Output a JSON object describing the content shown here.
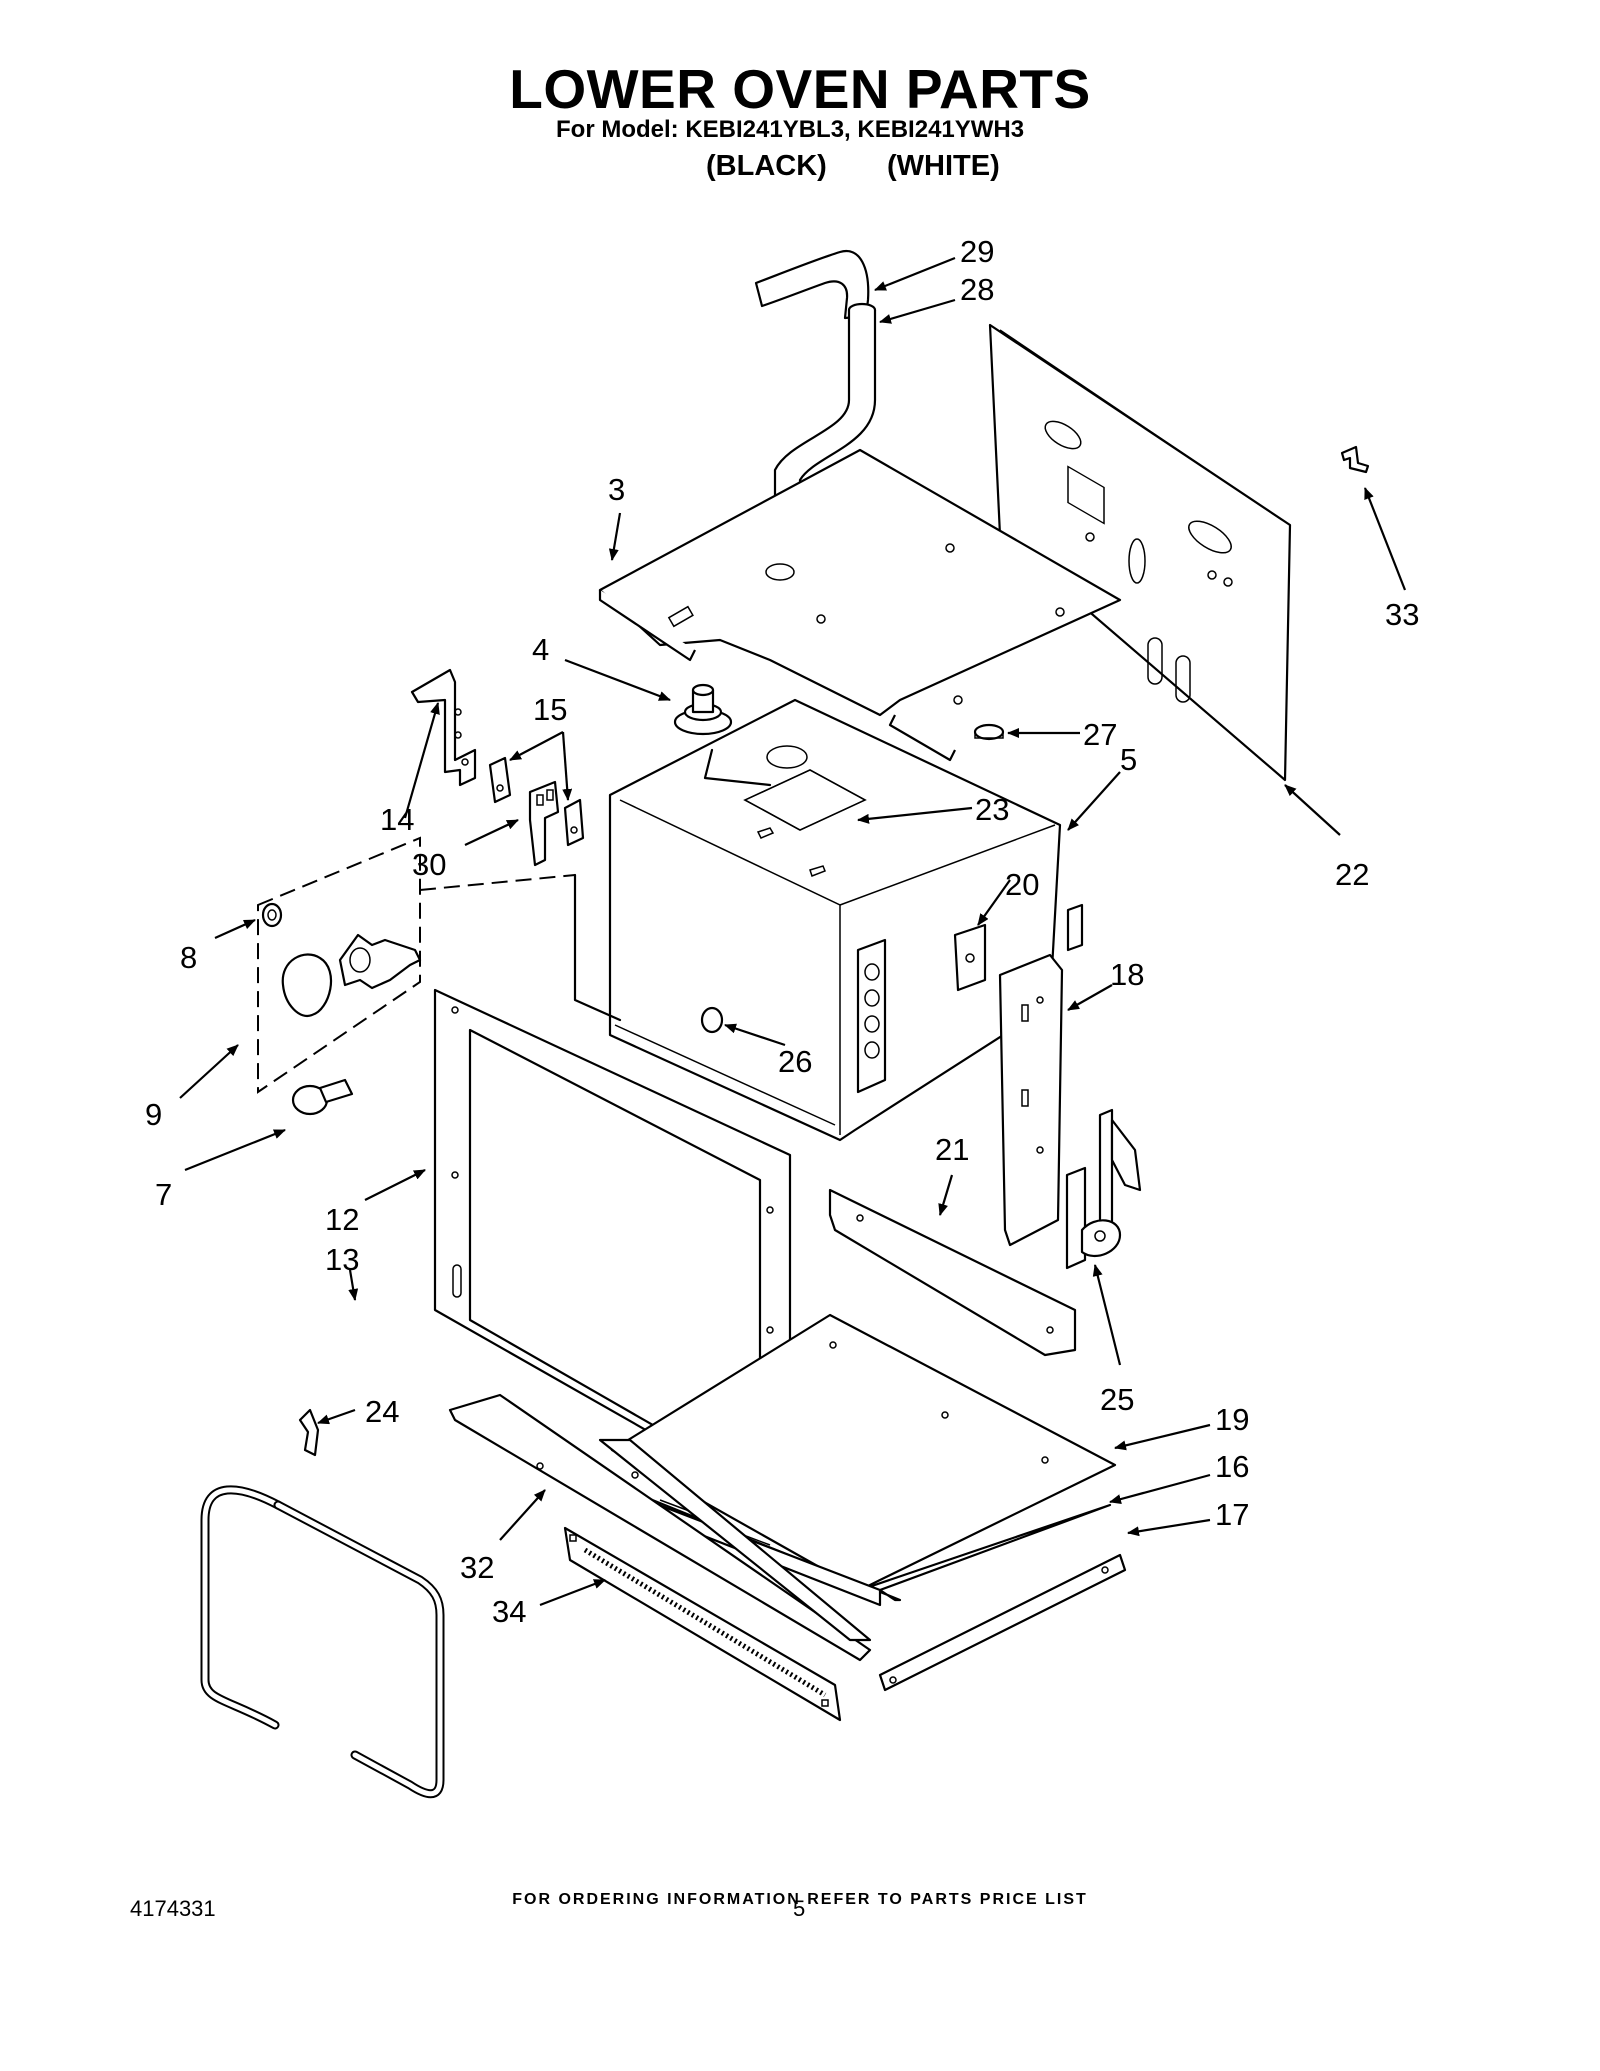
{
  "header": {
    "title": "LOWER OVEN PARTS",
    "model_line": "For Model: KEBI241YBL3, KEBI241YWH3",
    "color_black": "(BLACK)",
    "color_white": "(WHITE)"
  },
  "callouts": {
    "c29": "29",
    "c28": "28",
    "c3": "3",
    "c33": "33",
    "c4": "4",
    "c15": "15",
    "c27": "27",
    "c5": "5",
    "c14": "14",
    "c23": "23",
    "c30": "30",
    "c22": "22",
    "c20": "20",
    "c8": "8",
    "c18": "18",
    "c26": "26",
    "c9": "9",
    "c21": "21",
    "c7": "7",
    "c12": "12",
    "c13": "13",
    "c25": "25",
    "c24": "24",
    "c19": "19",
    "c16": "16",
    "c17": "17",
    "c32": "32",
    "c34": "34"
  },
  "footer": {
    "ordering_note": "FOR ORDERING INFORMATION REFER TO PARTS PRICE LIST",
    "document_number": "4174331",
    "page_number": "5"
  }
}
